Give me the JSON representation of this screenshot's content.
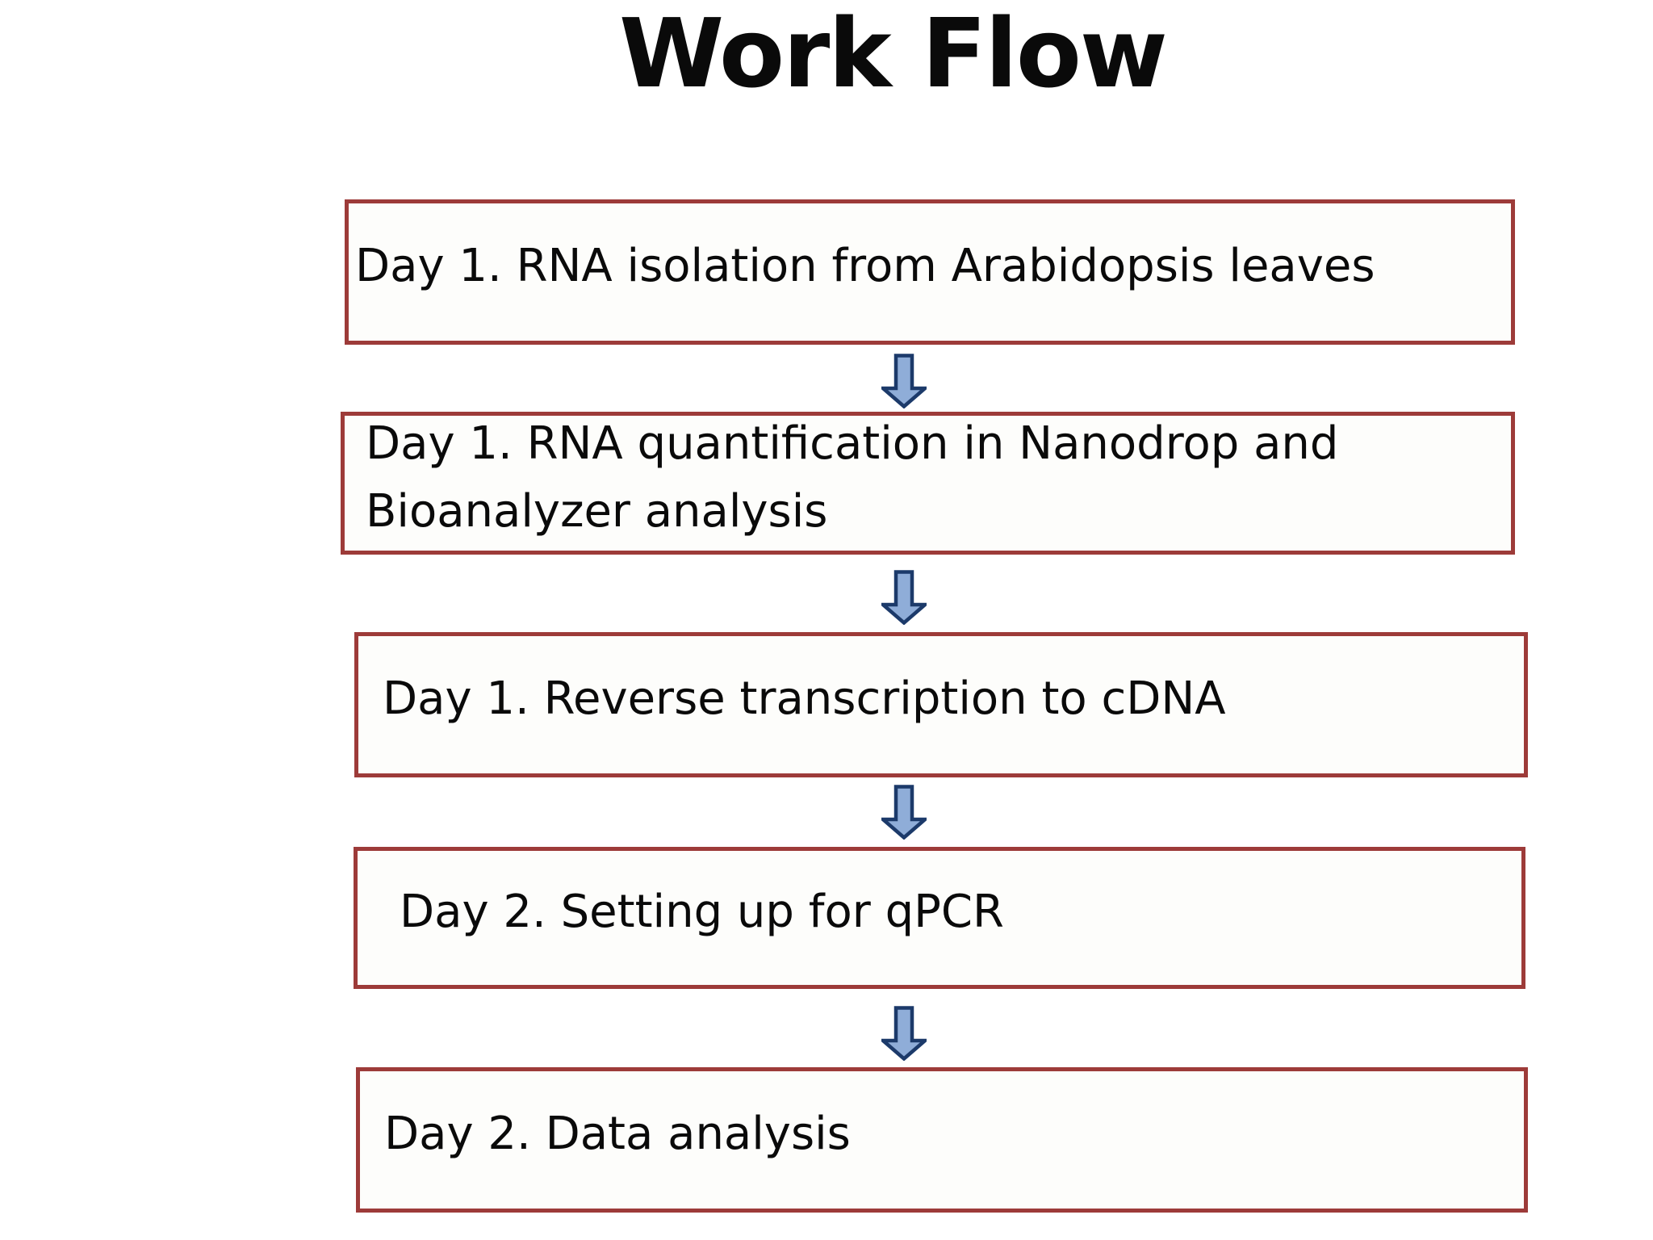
{
  "title": "Work Flow",
  "colors": {
    "background": "#ffffff",
    "box_border": "#9d3b39",
    "box_fill": "#fdfdfb",
    "arrow_fill": "#8fadd8",
    "arrow_border": "#1c3a6a",
    "text": "#0a0a0a"
  },
  "steps": [
    {
      "label": "Day 1. RNA isolation from Arabidopsis leaves"
    },
    {
      "label": "Day 1. RNA quantification in Nanodrop and Bioanalyzer analysis"
    },
    {
      "label": "Day 1. Reverse transcription to cDNA"
    },
    {
      "label": "Day 2. Setting up for qPCR"
    },
    {
      "label": "Day 2. Data analysis"
    }
  ],
  "connectors": [
    {
      "icon": "down-block-arrow"
    },
    {
      "icon": "down-block-arrow"
    },
    {
      "icon": "down-block-arrow"
    },
    {
      "icon": "down-block-arrow"
    }
  ]
}
